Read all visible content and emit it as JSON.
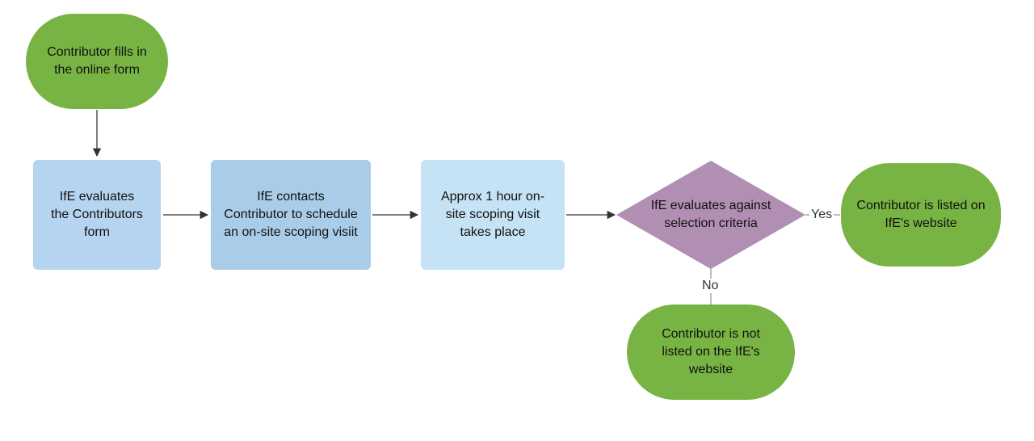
{
  "colors": {
    "green": "#78b443",
    "blue_mid": "#b4d4ef",
    "blue_dark": "#a9cde9",
    "blue_light": "#c5e3f5",
    "purple": "#b18fb3",
    "arrow": "#333333",
    "connector_gray": "#9a9a9a"
  },
  "nodes": {
    "start": {
      "text": "Contributor fills in the online form"
    },
    "evaluate_form": {
      "text": "IfE evaluates the Contributors form"
    },
    "contact": {
      "text": "IfE contacts Contributor to schedule an on-site scoping visiit"
    },
    "visit": {
      "text": "Approx 1 hour on-site scoping visit takes place"
    },
    "decision": {
      "text": "IfE evaluates against selection criteria"
    },
    "listed": {
      "text": "Contributor is listed on IfE's website"
    },
    "not_listed": {
      "text": "Contributor is not listed on the IfE's website"
    }
  },
  "edges": {
    "yes_label": "Yes",
    "no_label": "No"
  }
}
